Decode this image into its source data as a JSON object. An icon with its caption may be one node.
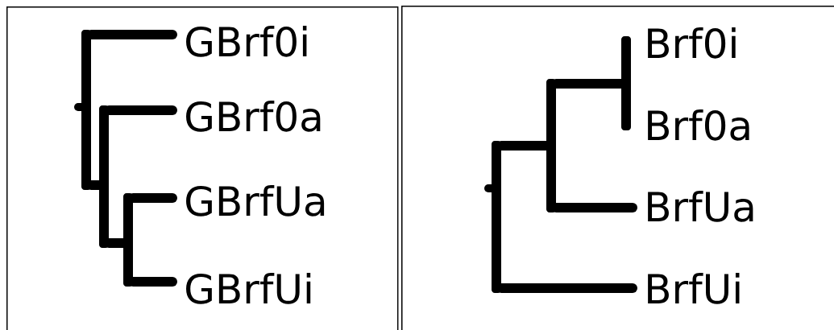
{
  "diagram": {
    "nodes": [
      {
        "text": [],
        "shape": "box"
      },
      {
        "text": [],
        "shape": "bar",
        "in": 0
      },
      {
        "text": [
          "GBrf0i"
        ],
        "in": 0
      },
      {
        "text": [],
        "shape": "bar",
        "in": 0
      },
      {
        "text": [
          "GBrf0a"
        ],
        "in": 0
      },
      {
        "text": [],
        "shape": "bar",
        "in": 0
      },
      {
        "text": [
          "GBrfUa"
        ],
        "in": 0
      },
      {
        "text": [
          "GBrfUi"
        ],
        "in": 0
      },
      {
        "text": [],
        "shape": "box"
      },
      {
        "text": [],
        "shape": "bar",
        "in": 8
      },
      {
        "text": [],
        "shape": "bar",
        "in": 8
      },
      {
        "text": [],
        "shape": "bar",
        "in": 8
      },
      {
        "text": [
          "Brf0i"
        ],
        "in": 8
      },
      {
        "text": [
          "Brf0a"
        ],
        "in": 8
      },
      {
        "text": [
          "BrfUa"
        ],
        "in": 8
      },
      {
        "text": [
          "BrfUi"
        ],
        "in": 8
      }
    ],
    "edges": [
      {
        "from": 1,
        "to": 2,
        "arrow": "none"
      },
      {
        "from": 1,
        "to": 3,
        "arrow": "none"
      },
      {
        "from": 3,
        "to": 4,
        "arrow": "none"
      },
      {
        "from": 3,
        "to": 5,
        "arrow": "none"
      },
      {
        "from": 5,
        "to": 6,
        "arrow": "none"
      },
      {
        "from": 5,
        "to": 7,
        "arrow": "none"
      },
      {
        "from": 9,
        "to": 10,
        "arrow": "none"
      },
      {
        "from": 9,
        "to": 15,
        "arrow": "none"
      },
      {
        "from": 10,
        "to": 11,
        "arrow": "none"
      },
      {
        "from": 10,
        "to": 14,
        "arrow": "none"
      }
    ]
  }
}
